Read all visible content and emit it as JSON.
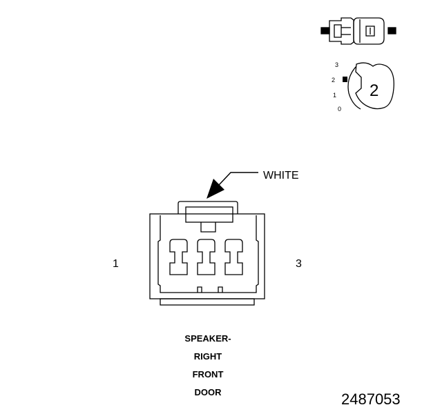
{
  "wire_color_label": "WHITE",
  "pin_labels": {
    "left": "1",
    "right": "3"
  },
  "connector_name_lines": [
    "SPEAKER-",
    "RIGHT",
    "FRONT",
    "DOOR"
  ],
  "figure_number": "2487053",
  "key_icon": {
    "position_labels": [
      "3",
      "2",
      "1",
      "0"
    ],
    "number": "2"
  }
}
